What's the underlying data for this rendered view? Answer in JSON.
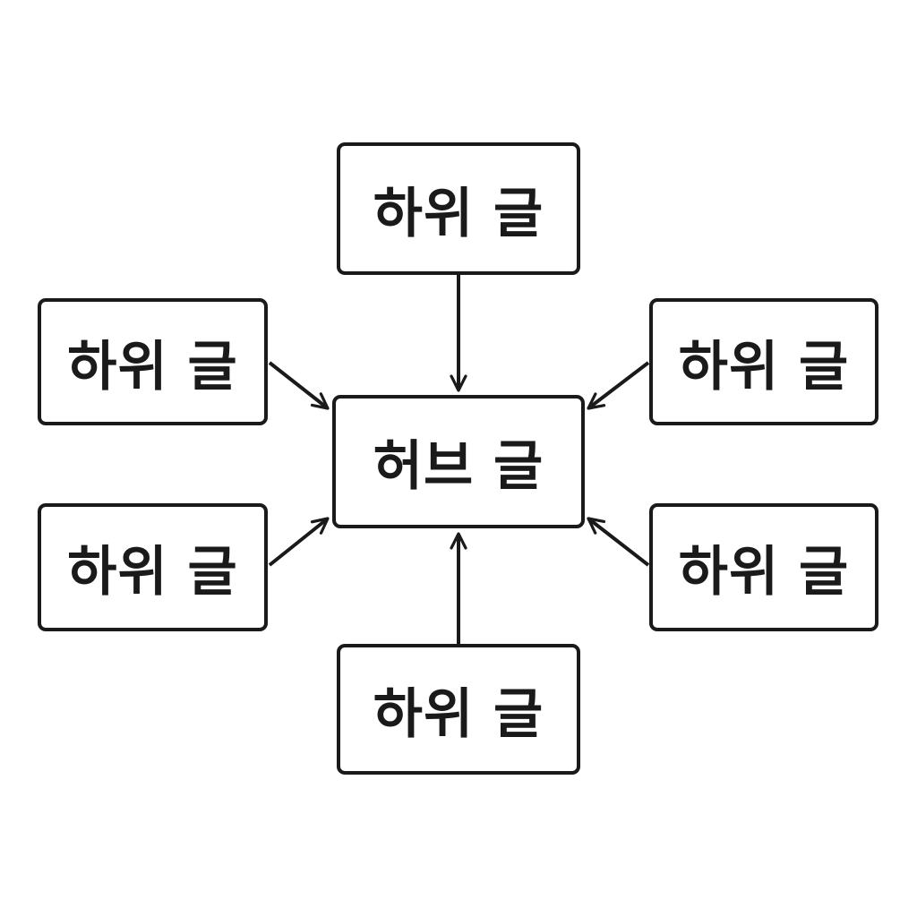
{
  "diagram": {
    "hub": {
      "label": "허브 글"
    },
    "subposts": [
      {
        "label": "하위 글"
      },
      {
        "label": "하위 글"
      },
      {
        "label": "하위 글"
      },
      {
        "label": "하위 글"
      },
      {
        "label": "하위 글"
      },
      {
        "label": "하위 글"
      }
    ],
    "edges": [
      {
        "from": "subposts.0",
        "to": "hub"
      },
      {
        "from": "subposts.1",
        "to": "hub"
      },
      {
        "from": "subposts.2",
        "to": "hub"
      },
      {
        "from": "subposts.3",
        "to": "hub"
      },
      {
        "from": "subposts.4",
        "to": "hub"
      },
      {
        "from": "subposts.5",
        "to": "hub"
      }
    ],
    "colors": {
      "stroke": "#1a1a1a",
      "background": "#ffffff"
    }
  }
}
